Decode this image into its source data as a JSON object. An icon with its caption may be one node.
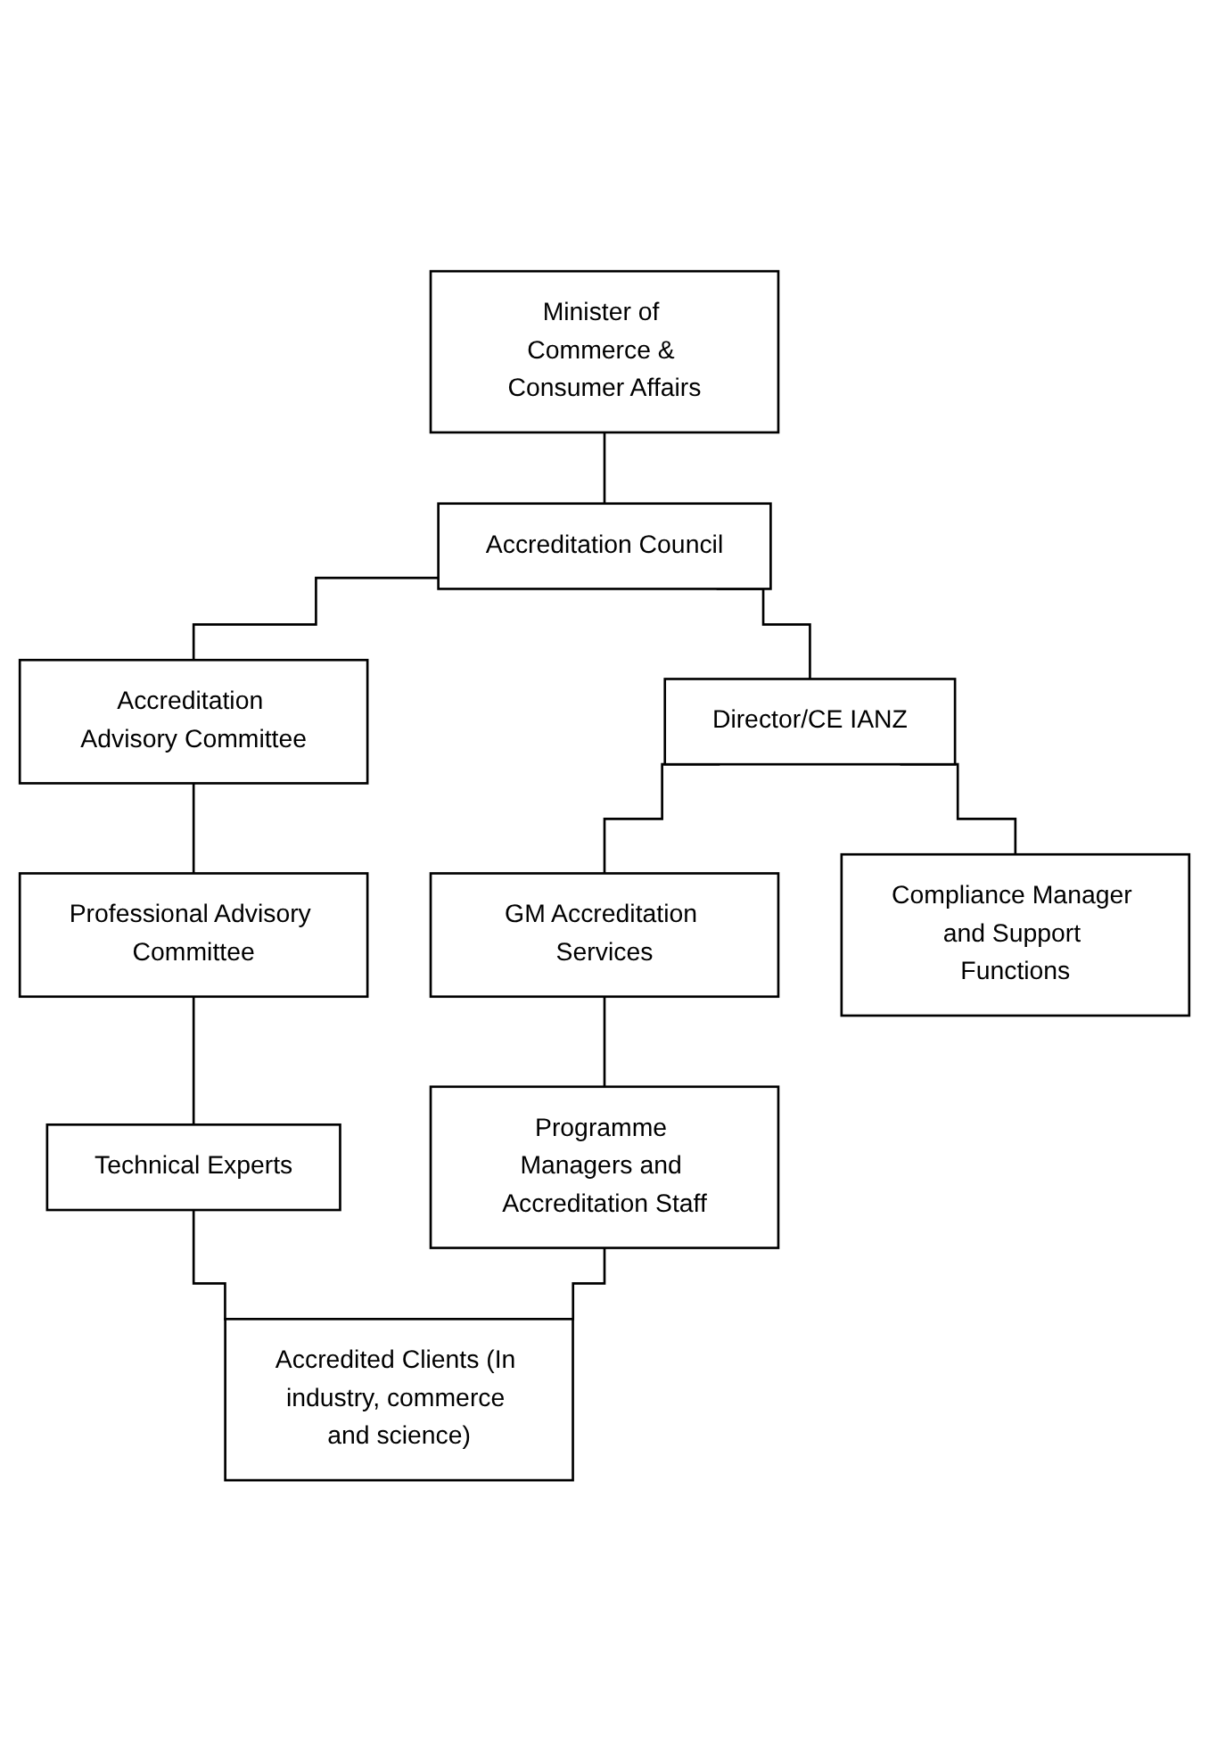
{
  "diagram": {
    "nodes": [
      {
        "text": [
          "Minister of Commerce & Consumer Affairs"
        ]
      },
      {
        "text": [
          "Accreditation Council"
        ]
      },
      {
        "text": [
          "Accreditation Advisory Committee"
        ]
      },
      {
        "text": [
          "Director/CE IANZ"
        ]
      },
      {
        "text": [
          "Professional Advisory Committee"
        ]
      },
      {
        "text": [
          "GM Accreditation Services"
        ]
      },
      {
        "text": [
          "Compliance Manager and Support Functions"
        ]
      },
      {
        "text": [
          "Technical Experts"
        ]
      },
      {
        "text": [
          "Programme Managers and Accreditation Staff"
        ]
      },
      {
        "text": [
          "Accredited Clients (In industry, commerce and science)"
        ]
      }
    ],
    "edges": [
      {
        "from": 0,
        "to": 1,
        "arrow": "none"
      },
      {
        "from": 1,
        "to": 2,
        "arrow": "none"
      },
      {
        "from": 1,
        "to": 3,
        "arrow": "none"
      },
      {
        "from": 2,
        "to": 4,
        "arrow": "none"
      },
      {
        "from": 3,
        "to": 5,
        "arrow": "none"
      },
      {
        "from": 3,
        "to": 6,
        "arrow": "none"
      },
      {
        "from": 4,
        "to": 7,
        "arrow": "none"
      },
      {
        "from": 5,
        "to": 8,
        "arrow": "none"
      },
      {
        "from": 7,
        "to": 9,
        "arrow": "none"
      },
      {
        "from": 8,
        "to": 9,
        "arrow": "none"
      }
    ]
  }
}
